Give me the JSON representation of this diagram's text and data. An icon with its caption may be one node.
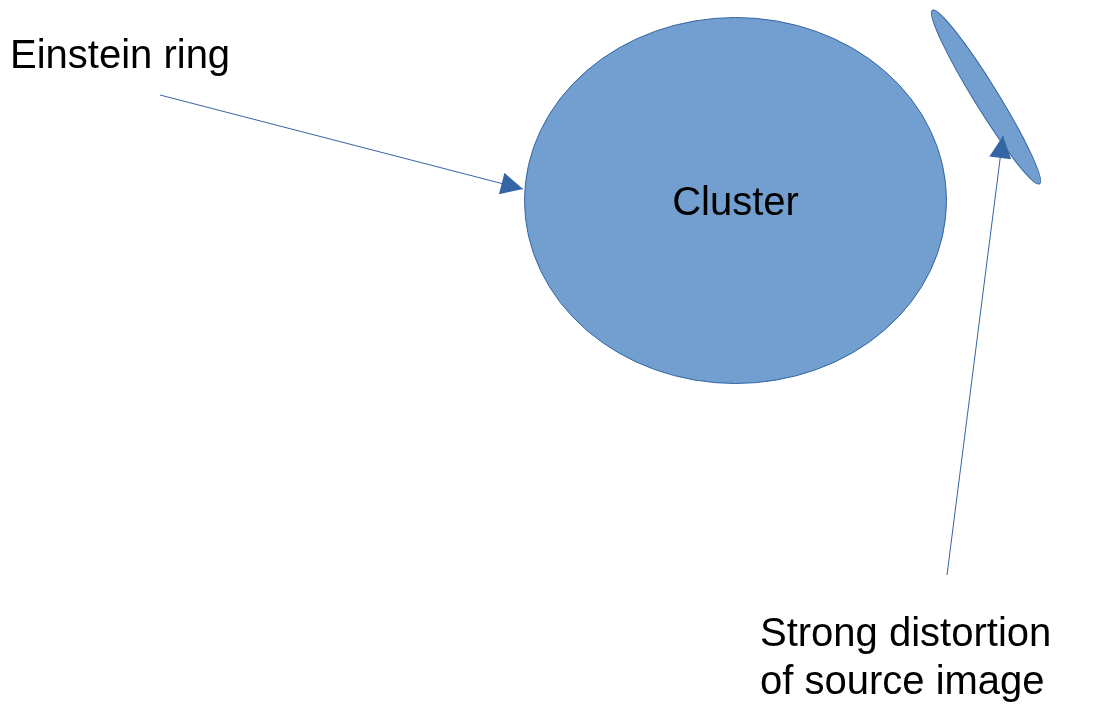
{
  "diagram": {
    "nodes": [
      {
        "text": [
          "Einstein ring"
        ]
      },
      {
        "text": [
          "Cluster"
        ]
      },
      {
        "text": [],
        "shape": "ellipse"
      },
      {
        "text": [
          "Strong distortion of source image"
        ]
      }
    ],
    "edges": [
      {
        "from": 0,
        "to": 1,
        "arrow": "to"
      },
      {
        "from": 3,
        "to": 2,
        "arrow": "to"
      }
    ]
  }
}
